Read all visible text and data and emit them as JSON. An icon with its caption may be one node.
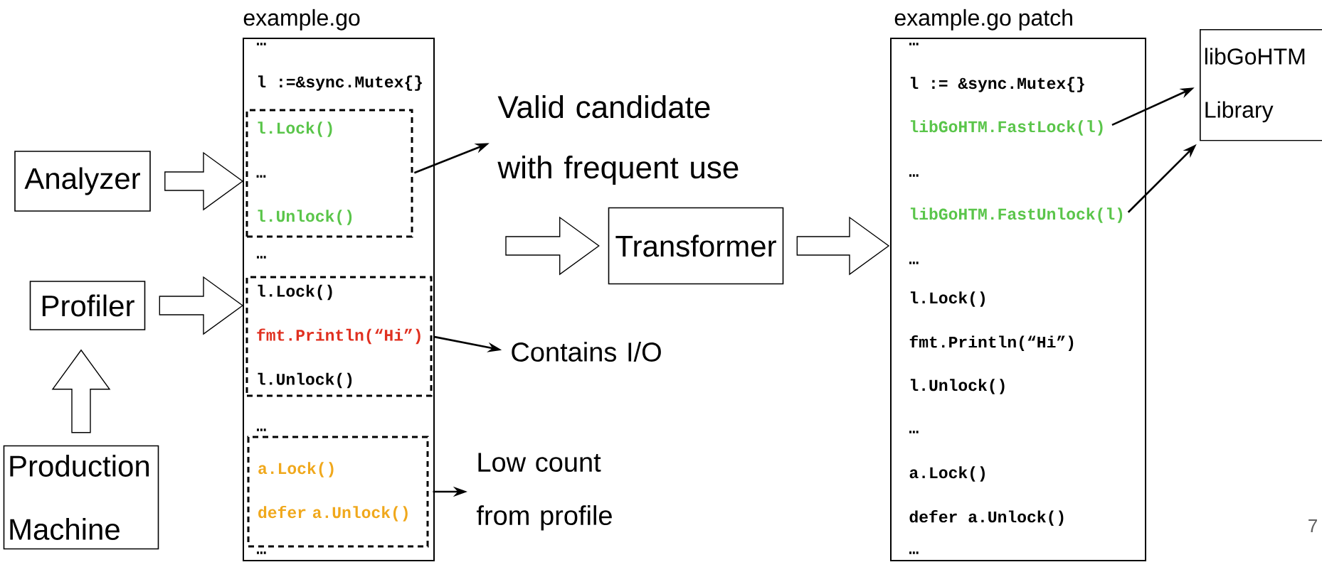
{
  "diagram": {
    "nodes": [
      {
        "text": [
          "Analyzer"
        ]
      },
      {
        "text": [
          "Profiler"
        ]
      },
      {
        "text": [
          "Production Machine"
        ]
      },
      {
        "text": [
          "example.go",
          "…",
          "l :=&sync.Mutex{}",
          "…",
          "…",
          "…"
        ]
      },
      {
        "text": [
          "l.Lock()",
          "…",
          "l.Unlock()"
        ],
        "in": 3
      },
      {
        "text": [
          "l.Lock()",
          "fmt.Println(“Hi”)",
          "l.Unlock()"
        ],
        "in": 3
      },
      {
        "text": [
          "a.Lock()",
          "defer a.Unlock()"
        ],
        "in": 3
      },
      {
        "text": [
          "Valid candidate with frequent use"
        ]
      },
      {
        "text": [
          "Contains I/O"
        ]
      },
      {
        "text": [
          "Low count from profile"
        ]
      },
      {
        "text": [
          "Transformer"
        ]
      },
      {
        "text": [
          "example.go patch",
          "…",
          "l := &sync.Mutex{}",
          "…",
          "…",
          "l.Lock()",
          "fmt.Println(“Hi”)",
          "l.Unlock()",
          "…",
          "a.Lock()",
          "defer a.Unlock()",
          "…"
        ]
      },
      {
        "text": [
          "libGoHTM.FastLock(l)"
        ],
        "in": 11
      },
      {
        "text": [
          "libGoHTM.FastUnlock(l)"
        ],
        "in": 11
      },
      {
        "text": [
          "libGoHTM",
          "Library"
        ]
      }
    ],
    "edges": [
      {
        "from": 0,
        "to": 3,
        "arrow": "to",
        "style": "thick"
      },
      {
        "from": 1,
        "to": 3,
        "arrow": "to",
        "style": "thick"
      },
      {
        "from": 2,
        "to": 1,
        "arrow": "to",
        "style": "thick"
      },
      {
        "from": 4,
        "to": 7,
        "arrow": "to"
      },
      {
        "from": 5,
        "to": 8,
        "arrow": "to"
      },
      {
        "from": 6,
        "to": 9,
        "arrow": "to"
      },
      {
        "from": null,
        "to": 10,
        "arrow": "to",
        "style": "thick"
      },
      {
        "from": 10,
        "to": 11,
        "arrow": "to",
        "style": "thick"
      },
      {
        "from": 12,
        "to": 14,
        "arrow": "to"
      },
      {
        "from": 13,
        "to": 14,
        "arrow": "to"
      }
    ],
    "labels": [
      "7"
    ]
  }
}
